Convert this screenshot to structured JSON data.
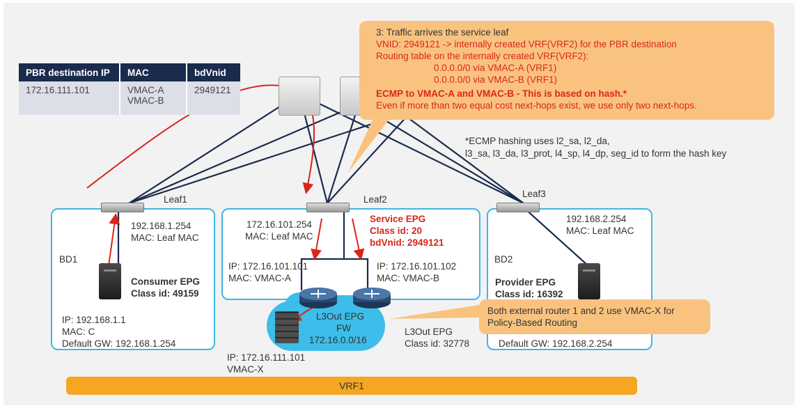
{
  "pbr_table": {
    "headers": [
      "PBR destination IP",
      "MAC",
      "bdVnid"
    ],
    "row": {
      "ip": "172.16.111.101",
      "mac_a": "VMAC-A",
      "mac_b": "VMAC-B",
      "bdvnid": "2949121"
    }
  },
  "callout_top": {
    "line1": "3: Traffic arrives the service leaf",
    "line2": "VNID: 2949121 -> internally created VRF(VRF2) for the PBR destination",
    "line3": "Routing table on the internally created VRF(VRF2):",
    "line4": "0.0.0.0/0 via VMAC-A  (VRF1)",
    "line5": "0.0.0.0/0 via VMAC-B  (VRF1)",
    "line6": "ECMP to VMAC-A and VMAC-B - This is based on hash.*",
    "line7": "Even if more than two equal cost next-hops exist, we use only two next-hops."
  },
  "ecmp_note": {
    "line1": "*ECMP hashing uses l2_sa, l2_da,",
    "line2": "l3_sa, l3_da, l3_prot, l4_sp, l4_dp, seg_id to form the hash key"
  },
  "leaves": {
    "leaf1": "Leaf1",
    "leaf2": "Leaf2",
    "leaf3": "Leaf3"
  },
  "bd1": {
    "gw_ip": "192.168.1.254",
    "gw_mac": "MAC: Leaf MAC",
    "name": "BD1",
    "epg": "Consumer EPG",
    "class": "Class id: 49159",
    "ip": "IP: 192.168.1.1",
    "mac": "MAC: C",
    "gw": "Default GW: 192.168.1.254"
  },
  "service": {
    "gw_ip": "172.16.101.254",
    "gw_mac": "MAC: Leaf MAC",
    "epg": "Service EPG",
    "class": "Class id: 20",
    "bdvnid": "bdVnid: 2949121",
    "ip_a": "IP: 172.16.101.101",
    "mac_a": "MAC: VMAC-A",
    "ip_b": "IP: 172.16.101.102",
    "mac_b": "MAC: VMAC-B"
  },
  "bd2": {
    "gw_ip": "192.168.2.254",
    "gw_mac": "MAC: Leaf MAC",
    "name": "BD2",
    "epg": "Provider EPG",
    "class": "Class id: 16392",
    "gw": "Default GW: 192.168.2.254"
  },
  "cloud": {
    "line1": "L3Out EPG",
    "line2": "FW",
    "line3": "172.16.0.0/16"
  },
  "l3out": {
    "line1": "L3Out EPG",
    "line2": "Class id: 32778"
  },
  "fw_info": {
    "ip": "IP: 172.16.111.101",
    "mac": "VMAC-X"
  },
  "callout_bottom": {
    "line1": "Both external router 1 and 2 use VMAC-X for",
    "line2": "Policy-Based Routing"
  },
  "vrf": "VRF1",
  "colors": {
    "accent_red": "#d9251c",
    "box_border": "#3fb6e3",
    "callout": "#f9c37f",
    "vrf_bar": "#f6a623",
    "table_header": "#1a2b4c"
  }
}
